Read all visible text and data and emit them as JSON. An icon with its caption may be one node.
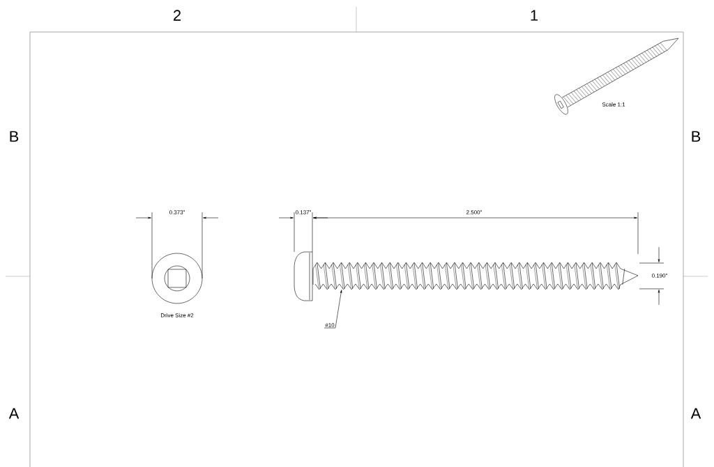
{
  "diagram": {
    "nodes": [
      {
        "text": [
          "#10"
        ]
      },
      {
        "text": [],
        "shape": "picture"
      }
    ],
    "edges": [
      {
        "from": 0,
        "to": 1,
        "arrow": "to"
      }
    ],
    "labels": [
      "2",
      "1",
      "Scale 1:1",
      "B",
      "B",
      "0.373\"",
      "0.137\"",
      "2.500\"",
      "0.190\"",
      "Drive Size #2",
      "A",
      "A"
    ]
  }
}
